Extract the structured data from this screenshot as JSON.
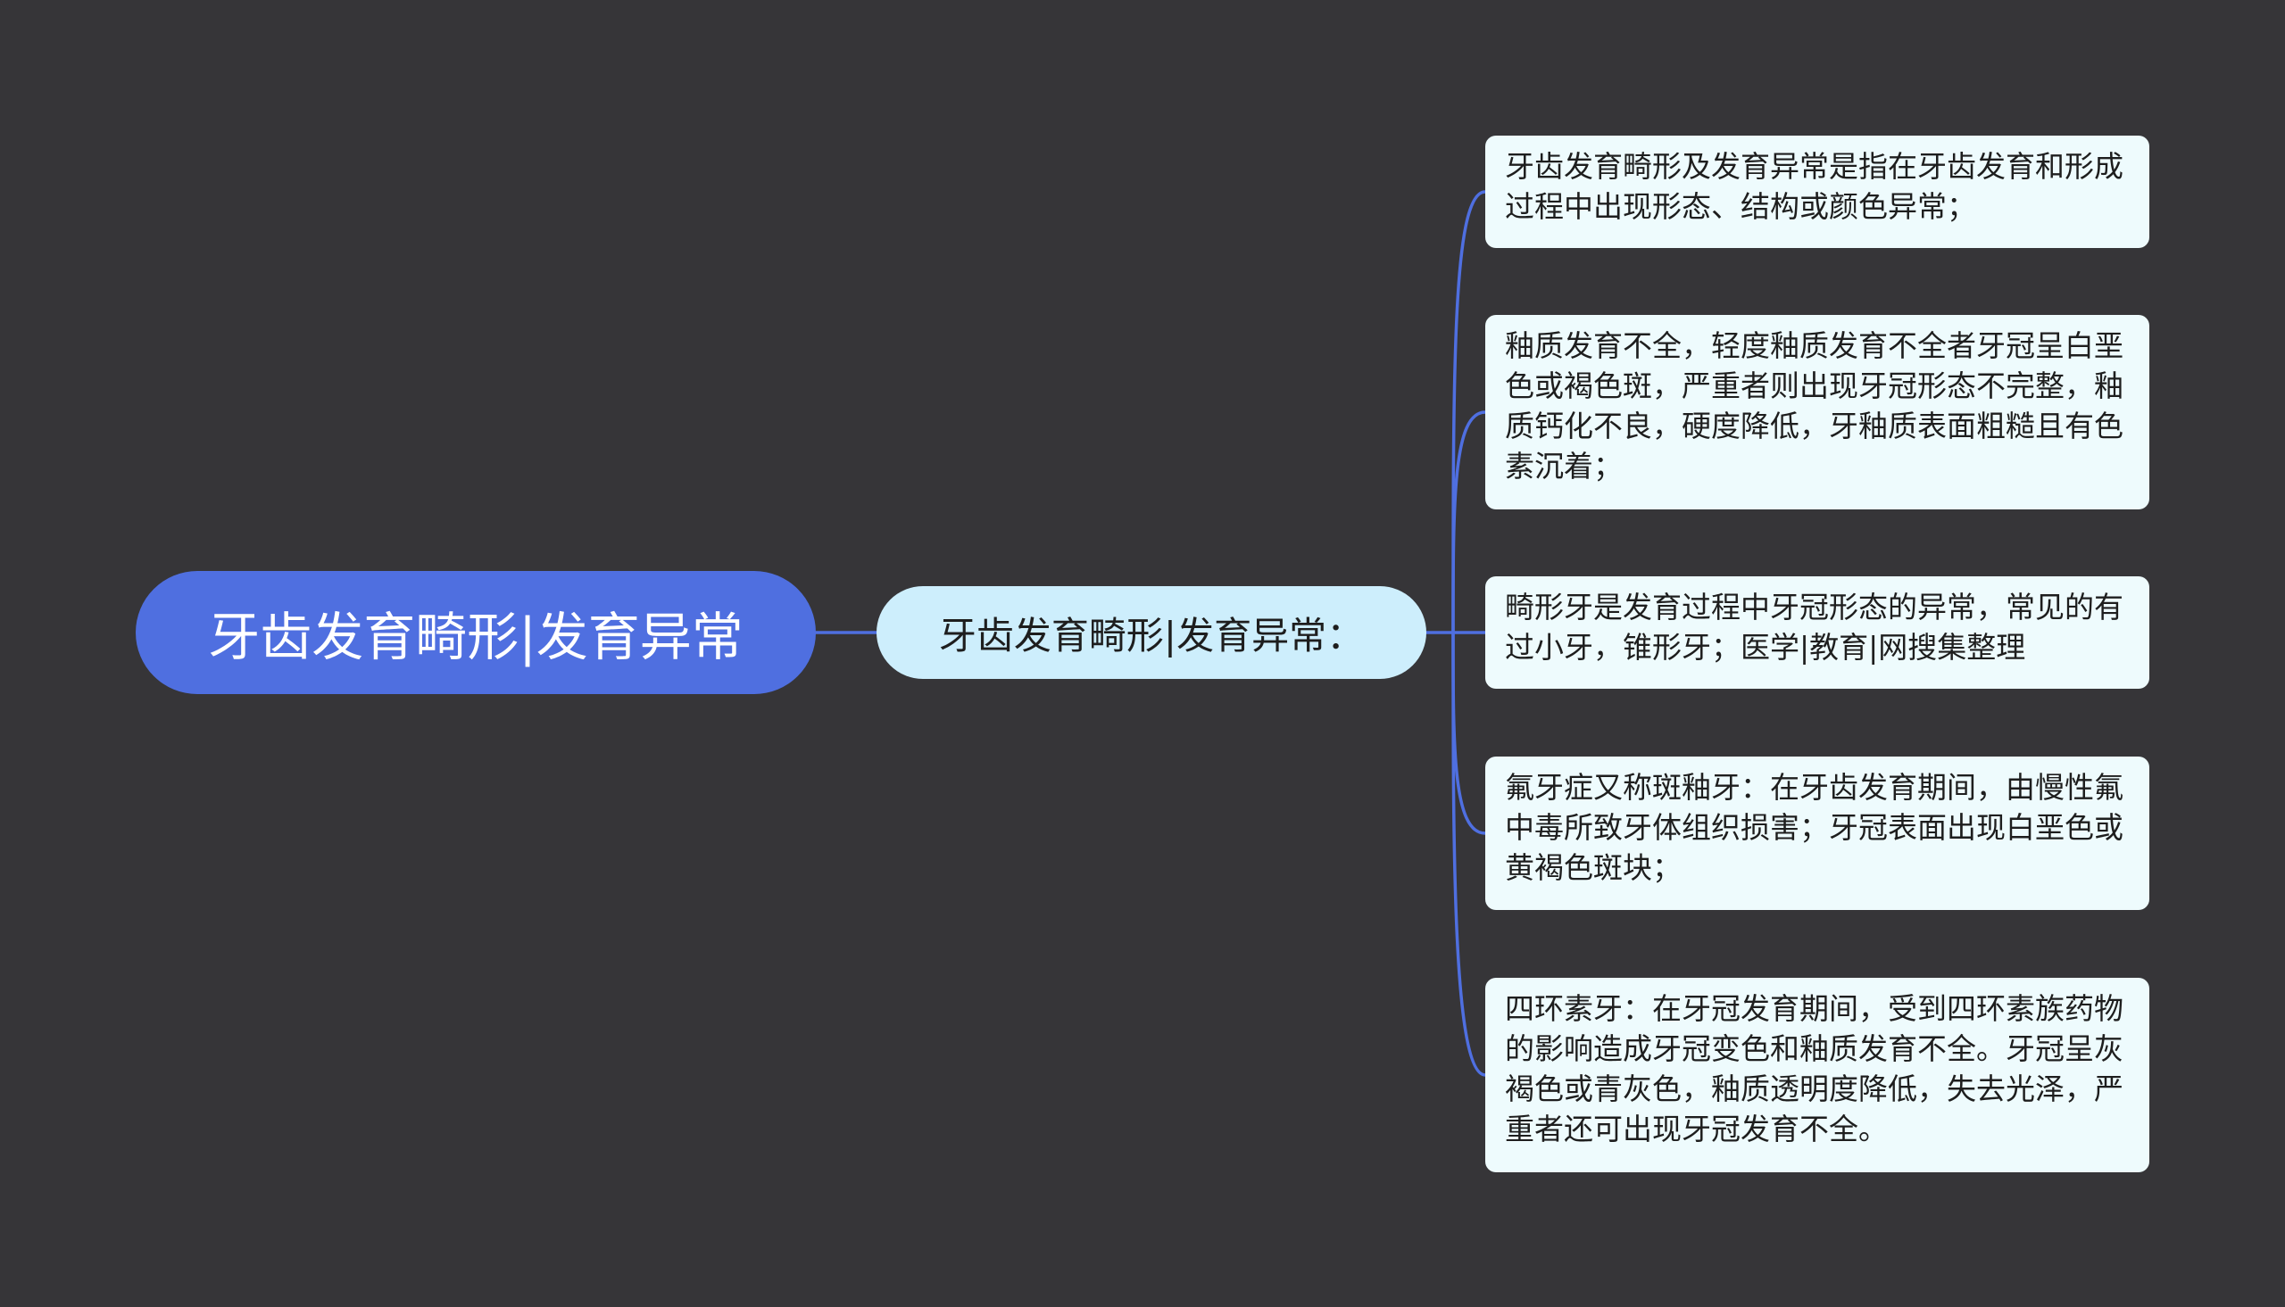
{
  "mindmap": {
    "root": {
      "label": "牙齿发育畸形|发育异常"
    },
    "branch": {
      "label": "牙齿发育畸形|发育异常："
    },
    "leaves": [
      {
        "text": "牙齿发育畸形及发育异常是指在牙齿发育和形成过程中出现形态、结构或颜色异常；"
      },
      {
        "text": "釉质发育不全，轻度釉质发育不全者牙冠呈白垩色或褐色斑，严重者则出现牙冠形态不完整，釉质钙化不良，硬度降低，牙釉质表面粗糙且有色素沉着；"
      },
      {
        "text": "畸形牙是发育过程中牙冠形态的异常，常见的有过小牙，锥形牙；医学|教育|网搜集整理"
      },
      {
        "text": "氟牙症又称斑釉牙：在牙齿发育期间，由慢性氟中毒所致牙体组织损害；牙冠表面出现白垩色或黄褐色斑块；"
      },
      {
        "text": "四环素牙：在牙冠发育期间，受到四环素族药物的影响造成牙冠变色和釉质发育不全。牙冠呈灰褐色或青灰色，釉质透明度降低，失去光泽，严重者还可出现牙冠发育不全。"
      }
    ]
  },
  "colors": {
    "background": "#363538",
    "root_fill": "#4f6fe0",
    "branch_fill": "#cdeefc",
    "leaf_fill": "#eefbfd",
    "connector": "#4f6fe0"
  }
}
